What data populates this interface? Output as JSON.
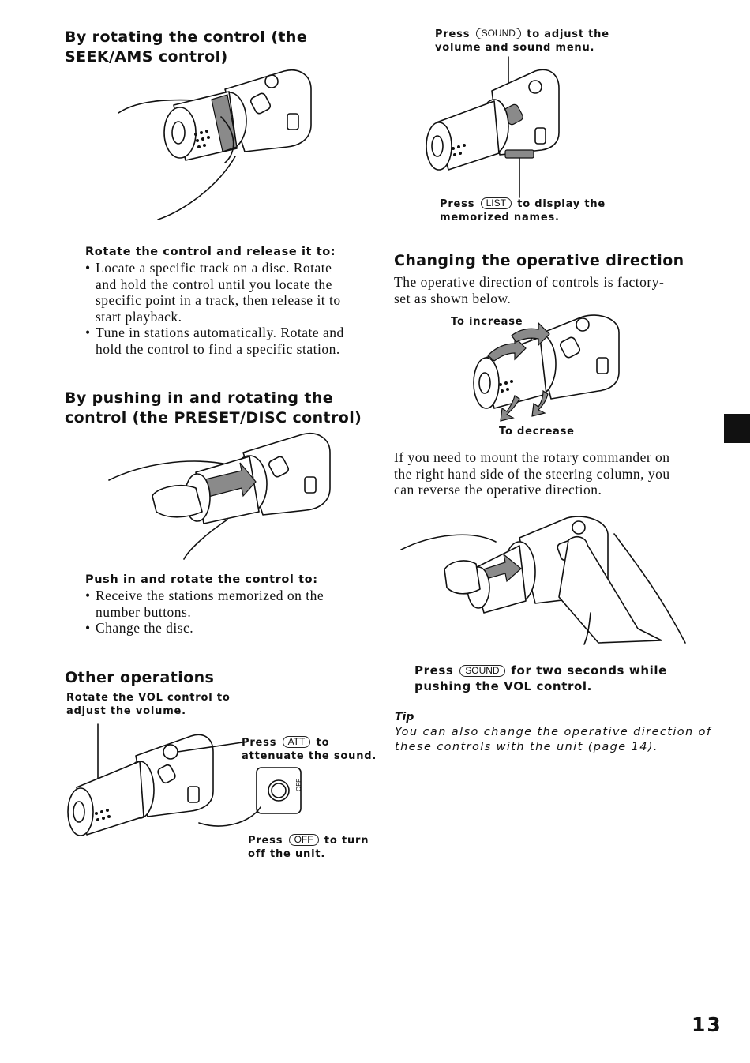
{
  "sections": {
    "seek": {
      "heading_1": "By rotating the control (the",
      "heading_2": "SEEK/AMS control)",
      "subheading": "Rotate the control and release it to:",
      "bullets": [
        [
          "Locate a specific track on a disc. Rotate",
          "and hold the control until you locate the",
          "specific point in a track, then release it to",
          "start playback."
        ],
        [
          "Tune in stations automatically. Rotate and",
          "hold the control to find a specific station."
        ]
      ]
    },
    "preset": {
      "heading_1": "By pushing in and rotating the",
      "heading_2": "control (the PRESET/DISC control)",
      "subheading": "Push in and rotate the control to:",
      "bullets": [
        [
          "Receive the stations memorized on the",
          "number buttons."
        ],
        [
          "Change the disc."
        ]
      ]
    },
    "other": {
      "heading": "Other operations",
      "vol_caption_1": "Rotate the VOL control to",
      "vol_caption_2": "adjust the volume.",
      "att": {
        "pre": "Press",
        "key": "ATT",
        "post": "to",
        "line2": "attenuate the sound."
      },
      "off": {
        "pre": "Press",
        "key": "OFF",
        "post": "to turn",
        "line2": "off the unit."
      },
      "off_button_label": "OFF"
    },
    "top_right": {
      "sound": {
        "pre": "Press",
        "key": "SOUND",
        "post": "to adjust the",
        "line2": "volume and sound menu."
      },
      "list": {
        "pre": "Press",
        "key": "LIST",
        "post": "to display the",
        "line2": "memorized names."
      }
    },
    "direction": {
      "heading": "Changing the operative direction",
      "intro_1": "The operative direction of controls is factory-",
      "intro_2": "set as shown below.",
      "to_increase": "To increase",
      "to_decrease": "To decrease",
      "para_1": "If you need to mount the rotary commander on",
      "para_2": "the right hand side of the steering column, you",
      "para_3": "can reverse the operative direction.",
      "press": {
        "pre": "Press",
        "key": "SOUND",
        "post": "for two seconds while",
        "line2": "pushing the VOL control."
      },
      "tip_label": "Tip",
      "tip_1": "You can also change the operative direction of",
      "tip_2": "these controls with the unit (page 14)."
    }
  },
  "page_number": "13",
  "colors": {
    "text": "#111111",
    "tab": "#111111",
    "arrow": "#8a8a8a"
  }
}
